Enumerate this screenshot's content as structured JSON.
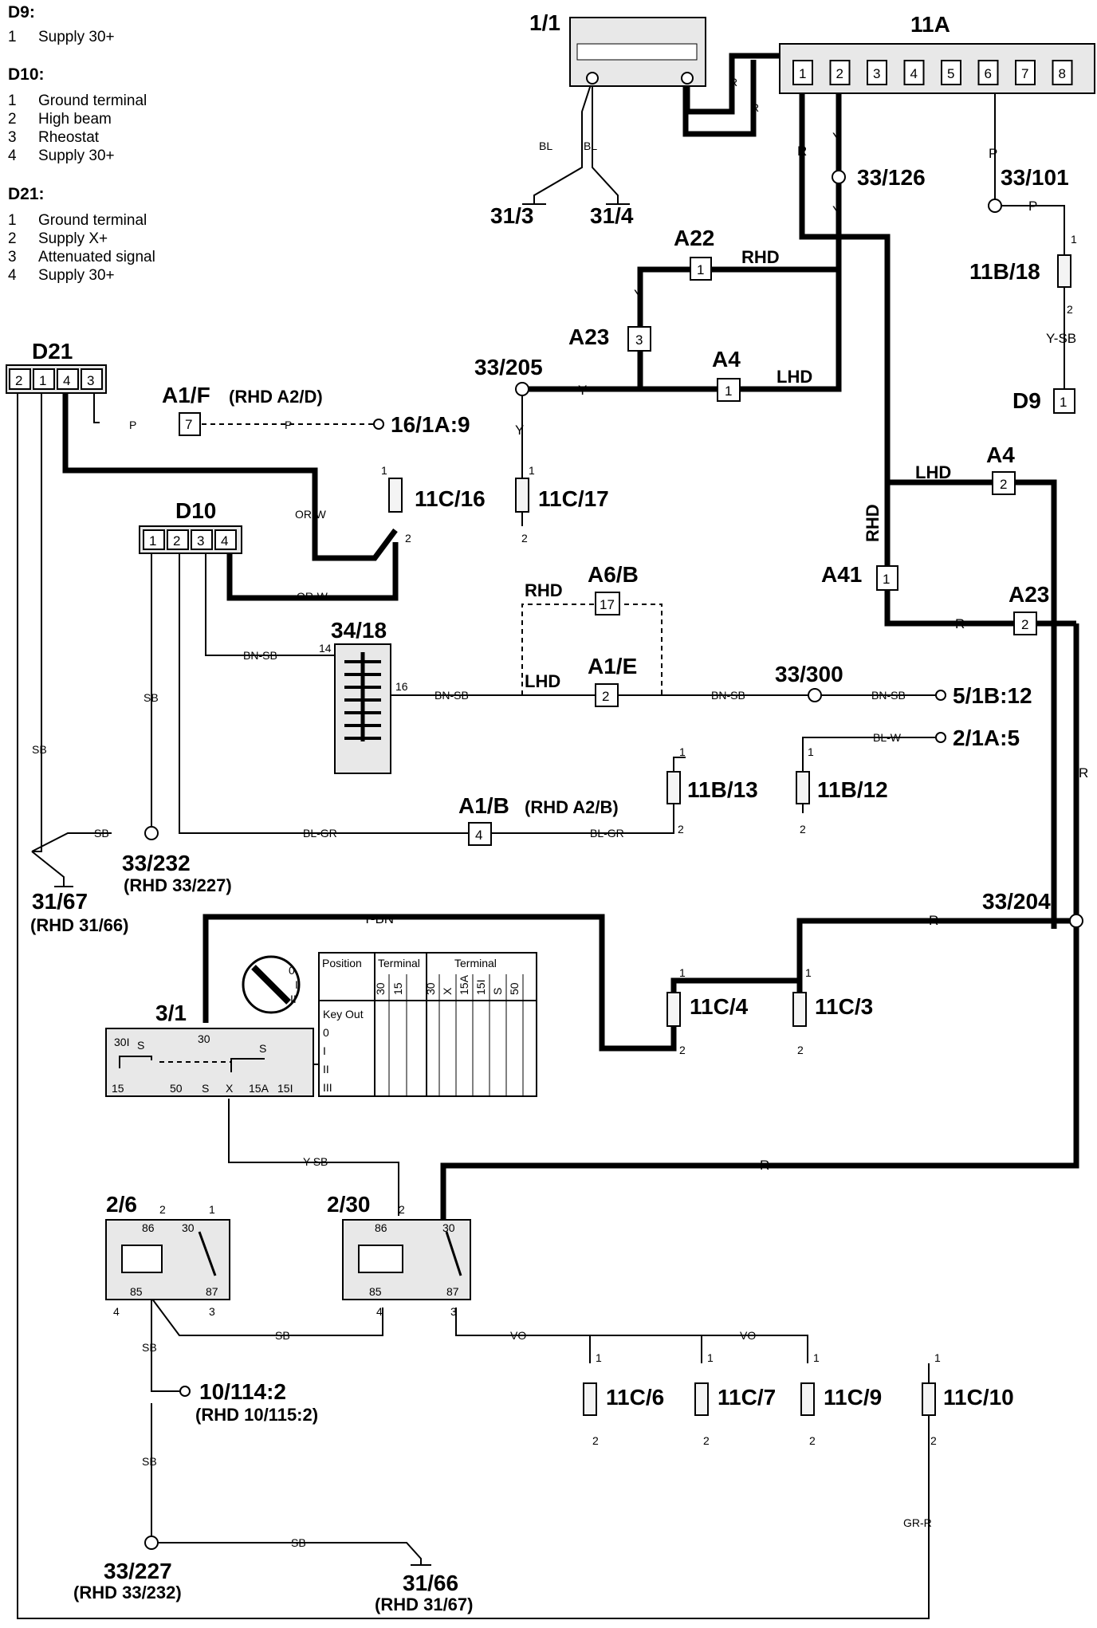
{
  "legend": {
    "d9_title": "D9:",
    "d9_items": [
      {
        "n": "1",
        "t": "Supply 30+"
      }
    ],
    "d10_title": "D10:",
    "d10_items": [
      {
        "n": "1",
        "t": "Ground terminal"
      },
      {
        "n": "2",
        "t": "High beam"
      },
      {
        "n": "3",
        "t": "Rheostat"
      },
      {
        "n": "4",
        "t": "Supply 30+"
      }
    ],
    "d21_title": "D21:",
    "d21_items": [
      {
        "n": "1",
        "t": "Ground terminal"
      },
      {
        "n": "2",
        "t": "Supply X+"
      },
      {
        "n": "3",
        "t": "Attenuated signal"
      },
      {
        "n": "4",
        "t": "Supply 30+"
      }
    ]
  },
  "components": {
    "c1_1": "1/1",
    "c11a": "11A",
    "c11a_pins": [
      "1",
      "2",
      "3",
      "4",
      "5",
      "6",
      "7",
      "8"
    ],
    "c31_3": "31/3",
    "c31_4": "31/4",
    "c33_126": "33/126",
    "c33_101": "33/101",
    "c11b_18": "11B/18",
    "d9": "D9",
    "d9_pin": "1",
    "a22": "A22",
    "a22_pin": "1",
    "a23_top": "A23",
    "a23_top_pin": "3",
    "a4_top": "A4",
    "a4_top_pin": "1",
    "c33_205": "33/205",
    "d21": "D21",
    "d21_pins": [
      "2",
      "1",
      "4",
      "3"
    ],
    "a1f": "A1/F",
    "a1f_rhd": "(RHD A2/D)",
    "a1f_pin": "7",
    "c16_1a_9": "16/1A:9",
    "c11c_16": "11C/16",
    "c11c_17": "11C/17",
    "d10": "D10",
    "d10_pins": [
      "1",
      "2",
      "3",
      "4"
    ],
    "a4_right": "A4",
    "a4_right_pin": "2",
    "a41": "A41",
    "a41_pin": "1",
    "a23_right": "A23",
    "a23_right_pin": "2",
    "a6b": "A6/B",
    "a6b_pin": "17",
    "a1e": "A1/E",
    "a1e_pin": "2",
    "c34_18": "34/18",
    "c33_300": "33/300",
    "c5_1b_12": "5/1B:12",
    "c2_1a_5": "2/1A:5",
    "c11b_13": "11B/13",
    "c11b_12": "11B/12",
    "a1b": "A1/B",
    "a1b_rhd": "(RHD A2/B)",
    "a1b_pin": "4",
    "c33_232": "33/232",
    "c33_232_rhd": "(RHD 33/227)",
    "c31_67": "31/67",
    "c31_67_rhd": "(RHD 31/66)",
    "c33_204": "33/204",
    "c3_1": "3/1",
    "c11c_4": "11C/4",
    "c11c_3": "11C/3",
    "c2_6": "2/6",
    "c2_30": "2/30",
    "c10_114_2": "10/114:2",
    "c10_114_rhd": "(RHD 10/115:2)",
    "c11c_6": "11C/6",
    "c11c_7": "11C/7",
    "c11c_9": "11C/9",
    "c11c_10": "11C/10",
    "c33_227": "33/227",
    "c33_227_rhd": "(RHD 33/232)",
    "c31_66": "31/66",
    "c31_66_rhd": "(RHD 31/67)"
  },
  "wires": {
    "bl": "BL",
    "r": "R",
    "y": "Y",
    "p": "P",
    "y_sb": "Y-SB",
    "rhd": "RHD",
    "lhd": "LHD",
    "or_w": "OR-W",
    "bn_sb": "BN-SB",
    "sb": "SB",
    "bl_gr": "BL-GR",
    "bl_w": "BL-W",
    "y_bn": "Y-BN",
    "vo": "VO",
    "gr_r": "GR-R"
  },
  "pins": {
    "one": "1",
    "two": "2",
    "three": "3",
    "four": "4",
    "p14": "14",
    "p16": "16"
  },
  "switch_table": {
    "h_position": "Position",
    "h_terminal1": "Terminal",
    "h_terminal2": "Terminal",
    "cols1": [
      "30",
      "15"
    ],
    "cols2": [
      "30",
      "X",
      "15A",
      "15I",
      "S",
      "50"
    ],
    "rows": [
      "Key Out",
      "0",
      "I",
      "II",
      "III"
    ]
  },
  "switch_terminals": {
    "t30": "30",
    "t15": "15",
    "t50": "50",
    "ts": "S",
    "tx": "X",
    "t15a": "15A",
    "t15i": "15I",
    "t30i": "30I",
    "s_small": "S"
  },
  "ignition_marks": [
    "0",
    "I",
    "II"
  ],
  "relay": {
    "t86": "86",
    "t85": "85",
    "t30": "30",
    "t87": "87"
  }
}
